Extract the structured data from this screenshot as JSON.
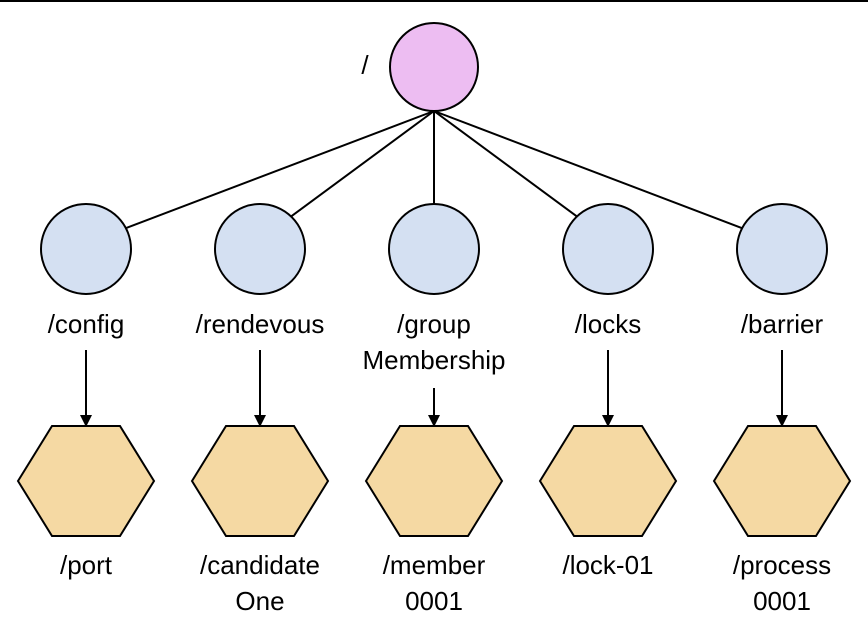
{
  "diagram": {
    "root": {
      "label": "/"
    },
    "nodes": [
      {
        "label_lines": [
          "/config"
        ],
        "child_lines": [
          "/port"
        ]
      },
      {
        "label_lines": [
          "/rendevous"
        ],
        "child_lines": [
          "/candidate",
          "One"
        ]
      },
      {
        "label_lines": [
          "/group",
          "Membership"
        ],
        "child_lines": [
          "/member",
          "0001"
        ]
      },
      {
        "label_lines": [
          "/locks"
        ],
        "child_lines": [
          "/lock-01"
        ]
      },
      {
        "label_lines": [
          "/barrier"
        ],
        "child_lines": [
          "/process",
          "0001"
        ]
      }
    ]
  },
  "colors": {
    "root_fill": "#EDBDF2",
    "node_fill": "#D4E0F2",
    "leaf_fill": "#F5D9A3",
    "stroke": "#000000"
  }
}
